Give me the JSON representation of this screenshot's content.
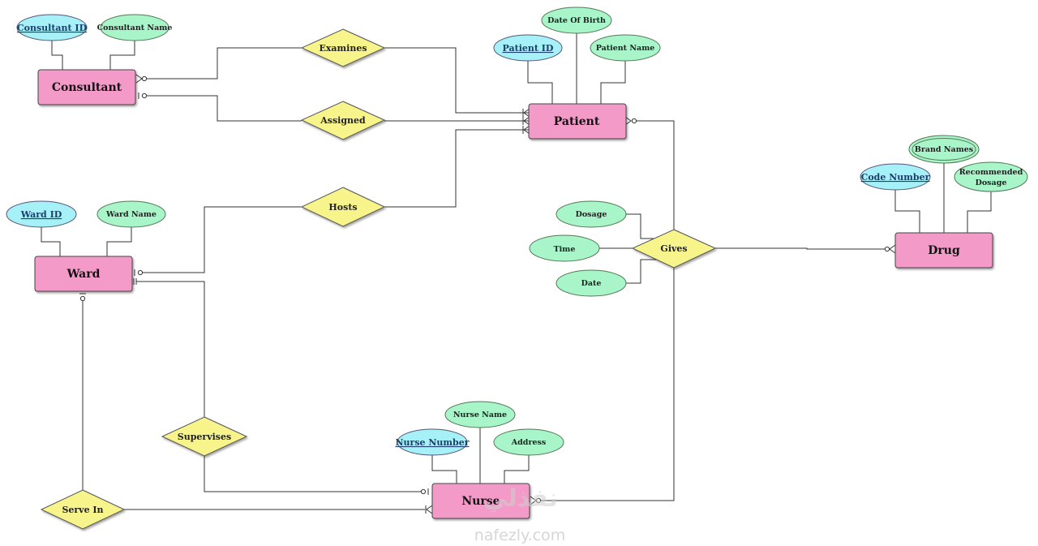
{
  "entities": {
    "consultant": "Consultant",
    "patient": "Patient",
    "ward": "Ward",
    "drug": "Drug",
    "nurse": "Nurse"
  },
  "relationships": {
    "examines": "Examines",
    "assigned": "Assigned",
    "hosts": "Hosts",
    "gives": "Gives",
    "supervises": "Supervises",
    "serve_in": "Serve In"
  },
  "attributes": {
    "consultant_id": "Consultant ID",
    "consultant_name": "Consultant Name",
    "date_of_birth": "Date Of Birth",
    "patient_id": "Patient ID",
    "patient_name": "Patient Name",
    "brand_names": "Brand Names",
    "code_number": "Code Number",
    "recommended_dosage_line1": "Recommended",
    "recommended_dosage_line2": "Dosage",
    "ward_id": "Ward ID",
    "ward_name": "Ward Name",
    "dosage": "Dosage",
    "time": "Time",
    "date": "Date",
    "nurse_name": "Nurse Name",
    "nurse_number": "Nurse Number",
    "address": "Address"
  },
  "watermark": {
    "arabic": "نفذلي",
    "latin": "nafezly.com"
  },
  "colors": {
    "entity_fill": "#f49ac8",
    "relationship_fill": "#f7f48c",
    "attribute_fill": "#a7f5c9",
    "key_attribute_fill": "#a6f1f7",
    "line": "#333333"
  }
}
